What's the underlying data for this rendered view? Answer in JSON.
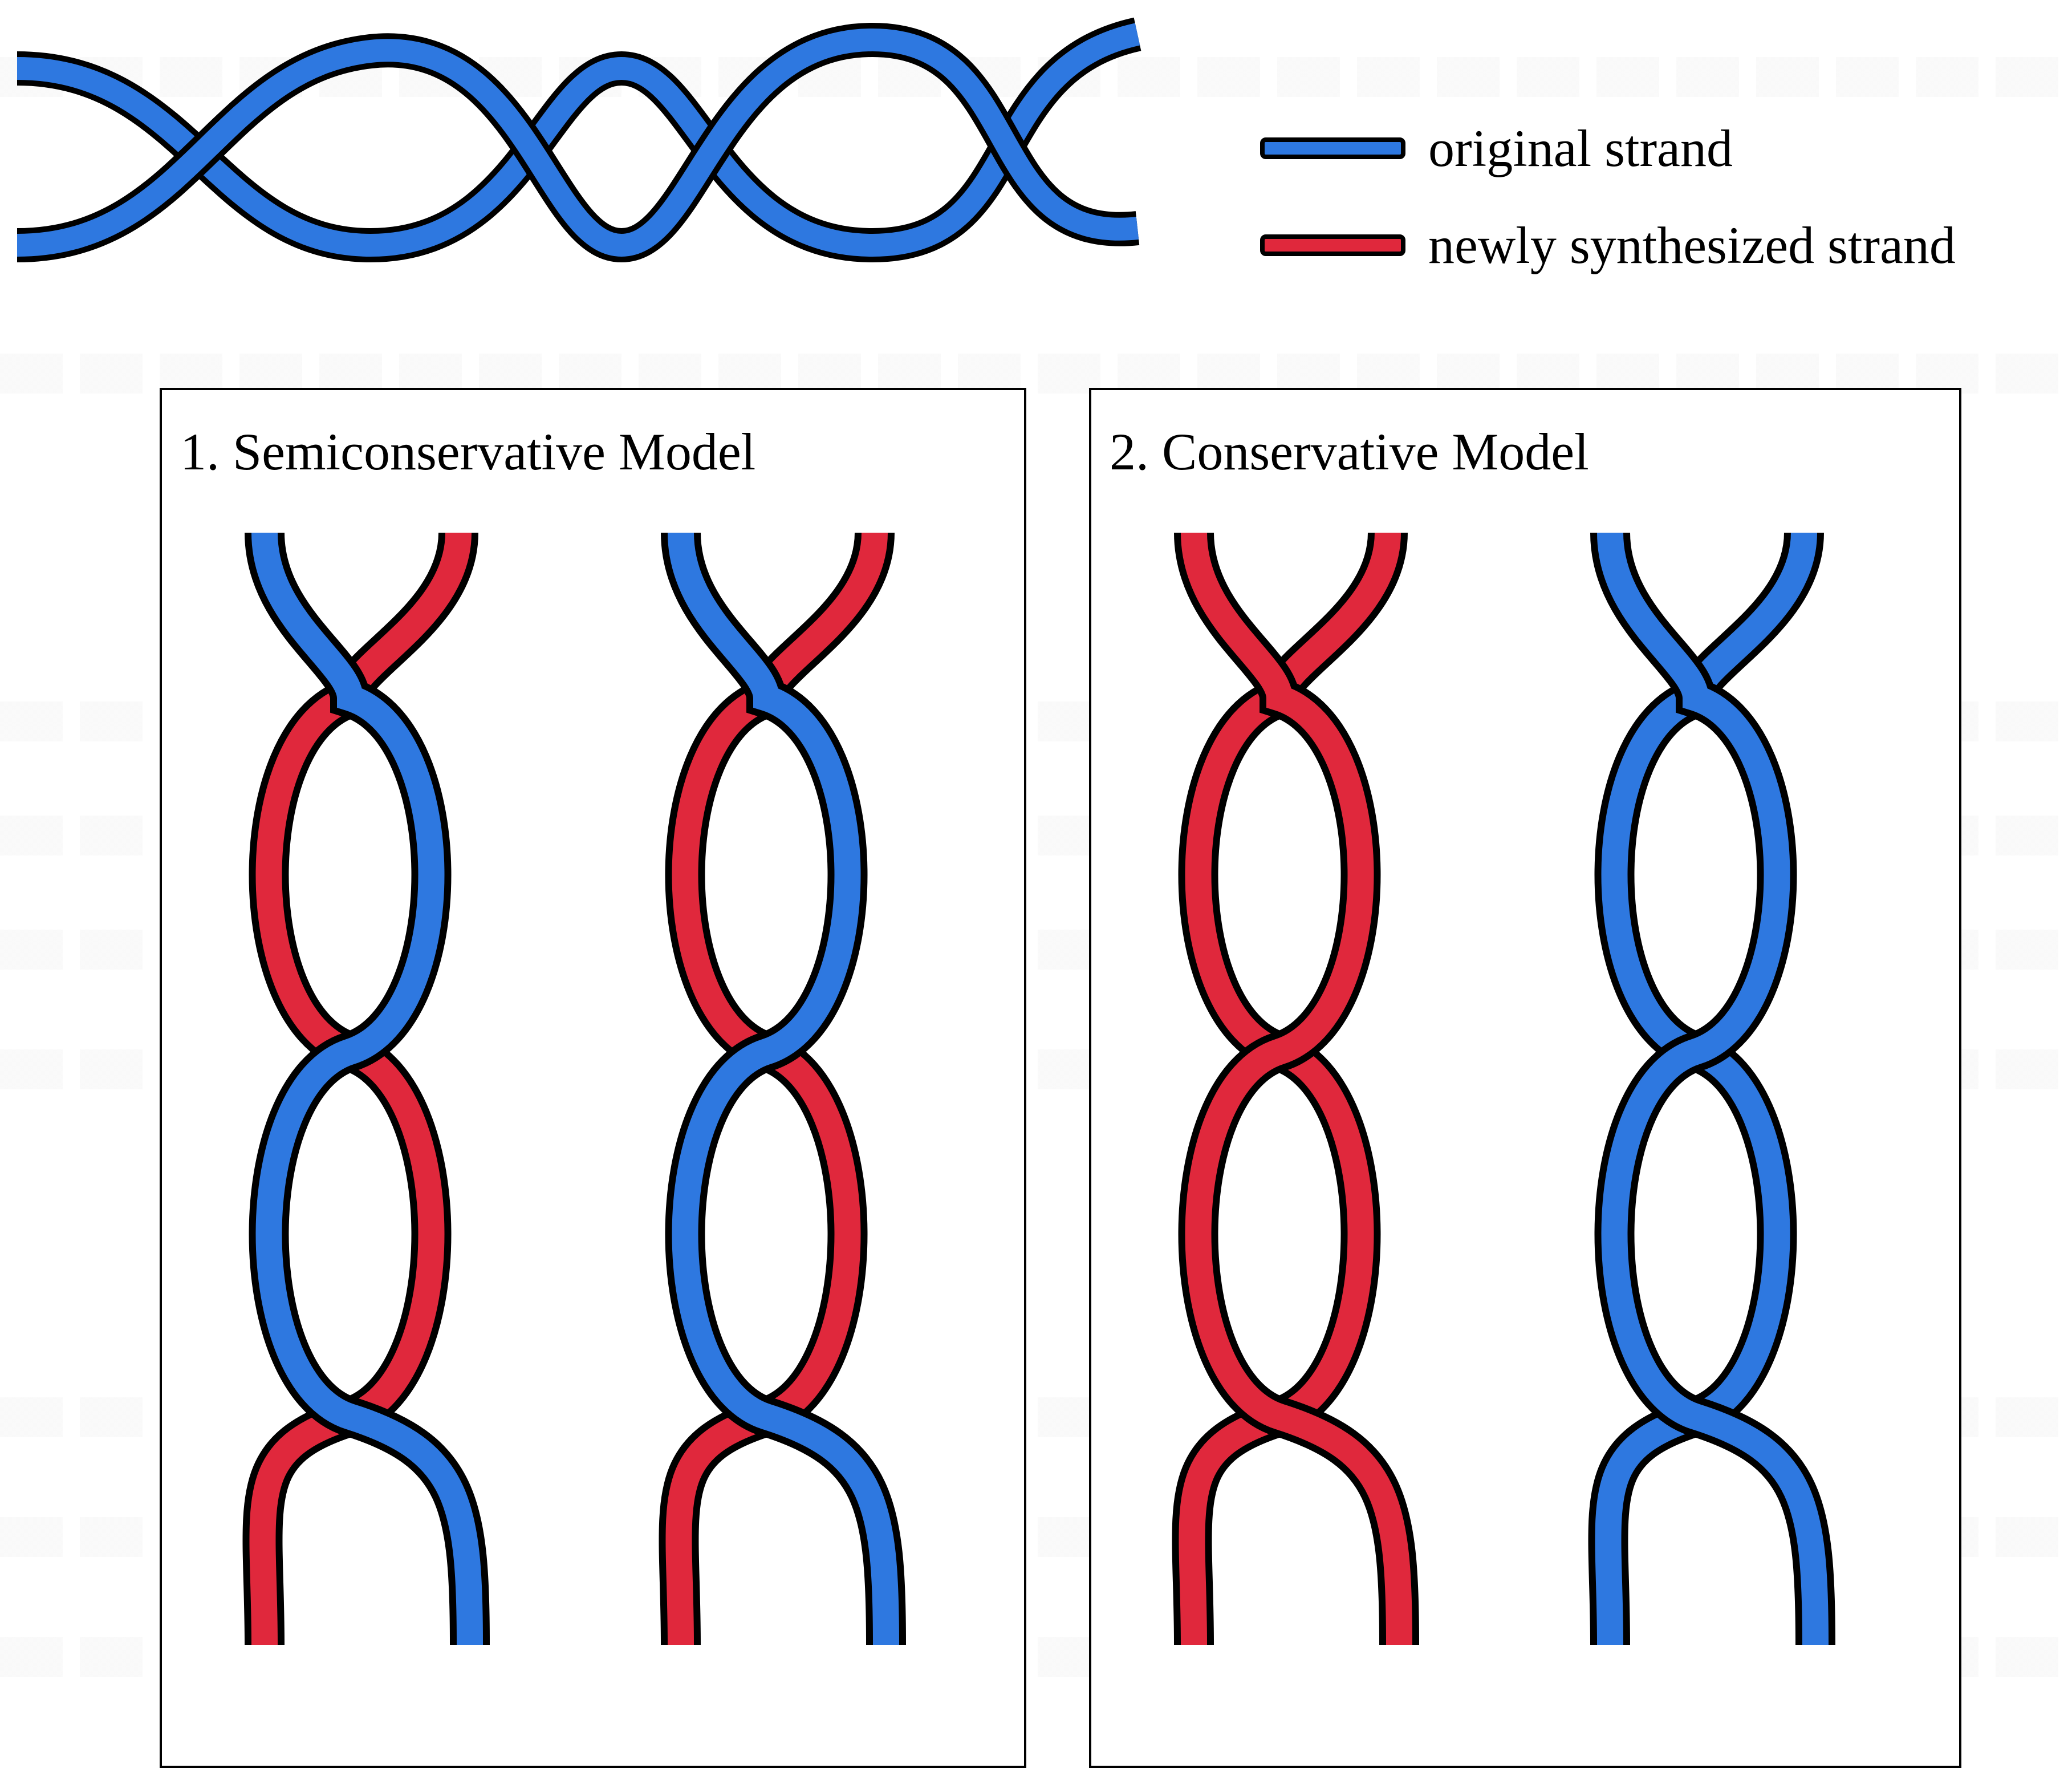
{
  "legend": {
    "items": [
      {
        "label": "original strand",
        "color": "#2e78e0"
      },
      {
        "label": "newly synthesized strand",
        "color": "#e0283c"
      }
    ]
  },
  "panels": [
    {
      "title": "1. Semiconservative Model",
      "helices": [
        {
          "left_strand": "original",
          "right_strand": "new"
        },
        {
          "left_strand": "original",
          "right_strand": "new"
        }
      ]
    },
    {
      "title": "2. Conservative Model",
      "helices": [
        {
          "left_strand": "new",
          "right_strand": "new"
        },
        {
          "left_strand": "original",
          "right_strand": "original"
        }
      ]
    }
  ],
  "colors": {
    "original": "#2e78e0",
    "new": "#e0283c",
    "outline": "#000000"
  }
}
